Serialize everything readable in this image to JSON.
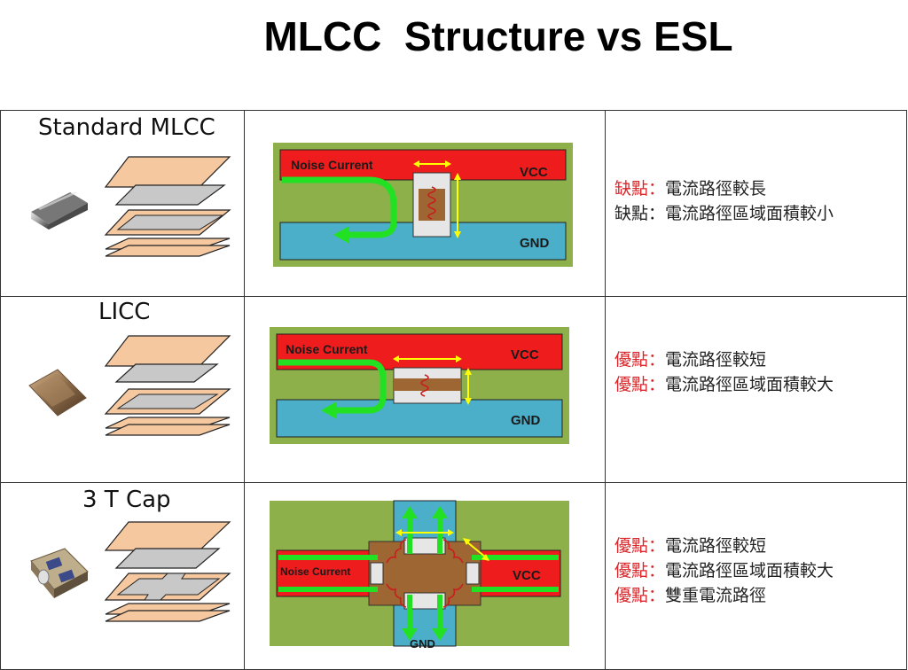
{
  "title": "MLCC  Structure vs ESL",
  "rows": [
    {
      "label": "Standard MLCC",
      "diagram": {
        "signal_label": "Noise Current",
        "vcc_label": "VCC",
        "gnd_label": "GND"
      },
      "notes": [
        {
          "tag": "缺點：",
          "text": "電流路徑較長",
          "tag_color": "#d9262a"
        },
        {
          "tag": "缺點：",
          "text": "電流路徑區域面積較小",
          "tag_color": "#222222"
        }
      ]
    },
    {
      "label": "LICC",
      "diagram": {
        "signal_label": "Noise Current",
        "vcc_label": "VCC",
        "gnd_label": "GND"
      },
      "notes": [
        {
          "tag": "優點：",
          "text": "電流路徑較短",
          "tag_color": "#d9262a"
        },
        {
          "tag": "優點：",
          "text": "電流路徑區域面積較大",
          "tag_color": "#d9262a"
        }
      ]
    },
    {
      "label": "3 T Cap",
      "diagram": {
        "signal_label": "Noise Current",
        "vcc_label": "VCC",
        "gnd_label": "GND"
      },
      "notes": [
        {
          "tag": "優點：",
          "text": "電流路徑較短",
          "tag_color": "#d9262a"
        },
        {
          "tag": "優點：",
          "text": "電流路徑區域面積較大",
          "tag_color": "#d9262a"
        },
        {
          "tag": "優點：",
          "text": "雙重電流路徑",
          "tag_color": "#d9262a"
        }
      ]
    }
  ],
  "colors": {
    "board": "#8db04a",
    "vcc_plane": "#ee1c1c",
    "gnd_plane": "#4bafc9",
    "current_arrow": "#22e022",
    "dimension_arrow": "#ffff00",
    "inductor_coil": "#c81e1e",
    "capacitor_body": "#9e6632",
    "layer_fill": "#f5c8a0",
    "electrode_fill": "#c8c8c8"
  }
}
